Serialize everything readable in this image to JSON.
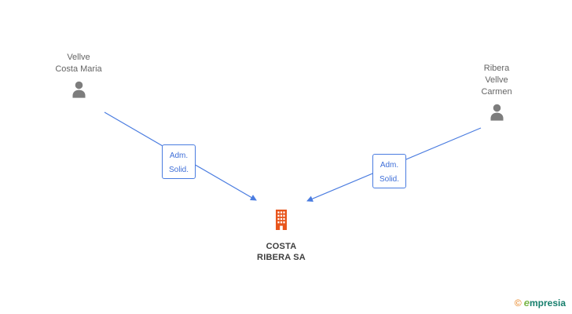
{
  "diagram": {
    "persons": [
      {
        "name": "Vellve\nCosta Maria"
      },
      {
        "name": "Ribera\nVellve\nCarmen"
      }
    ],
    "company": {
      "name": "COSTA\nRIBERA SA"
    },
    "edges": [
      {
        "label": "Adm.\nSolid.",
        "from": "Vellve Costa Maria",
        "to": "COSTA RIBERA SA"
      },
      {
        "label": "Adm.\nSolid.",
        "from": "Ribera Vellve Carmen",
        "to": "COSTA RIBERA SA"
      }
    ]
  },
  "footer": {
    "copyright": "©",
    "brand_e": "e",
    "brand_rest": "mpresia"
  },
  "colors": {
    "arrow_blue": "#4a7ce0",
    "label_blue": "#3f6fd8",
    "person_gray": "#7d7d7d",
    "building_orange": "#e8551c",
    "name_text": "#646464",
    "company_text": "#3d3d3d",
    "copyright_orange": "#e8821e",
    "brand_green": "#7ab648",
    "brand_teal": "#177f6d"
  }
}
